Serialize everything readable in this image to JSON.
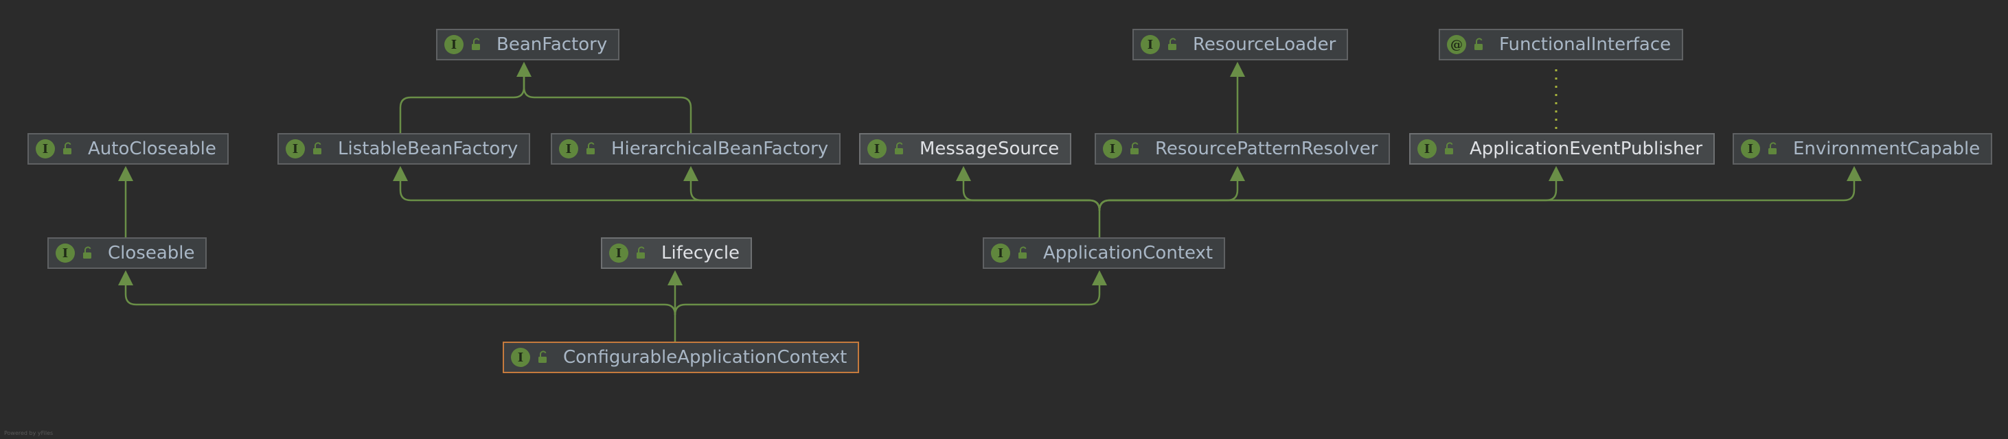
{
  "diagram": {
    "colors": {
      "background": "#2b2b2b",
      "node_fill": "#3c3f41",
      "node_border": "#5f6163",
      "selected_border": "#c57a3d",
      "edge": "#6a8f47",
      "badge": "#60873d",
      "annotation_edge": "#a7b33b"
    },
    "nodes": [
      {
        "id": "beanfactory",
        "label": "BeanFactory",
        "badge": "I",
        "icon": "interface-icon"
      },
      {
        "id": "resourceloader",
        "label": "ResourceLoader",
        "badge": "I",
        "icon": "interface-icon"
      },
      {
        "id": "functionalinterface",
        "label": "FunctionalInterface",
        "badge": "@",
        "icon": "annotation-icon"
      },
      {
        "id": "autocloseable",
        "label": "AutoCloseable",
        "badge": "I",
        "icon": "interface-icon"
      },
      {
        "id": "listablebeanfactory",
        "label": "ListableBeanFactory",
        "badge": "I",
        "icon": "interface-icon"
      },
      {
        "id": "hierarchicalbeanfactory",
        "label": "HierarchicalBeanFactory",
        "badge": "I",
        "icon": "interface-icon"
      },
      {
        "id": "messagesource",
        "label": "MessageSource",
        "badge": "I",
        "icon": "interface-icon"
      },
      {
        "id": "resourcepatternresolver",
        "label": "ResourcePatternResolver",
        "badge": "I",
        "icon": "interface-icon"
      },
      {
        "id": "applicationeventpublisher",
        "label": "ApplicationEventPublisher",
        "badge": "I",
        "icon": "interface-icon"
      },
      {
        "id": "environmentcapable",
        "label": "EnvironmentCapable",
        "badge": "I",
        "icon": "interface-icon"
      },
      {
        "id": "closeable",
        "label": "Closeable",
        "badge": "I",
        "icon": "interface-icon"
      },
      {
        "id": "lifecycle",
        "label": "Lifecycle",
        "badge": "I",
        "icon": "interface-icon"
      },
      {
        "id": "applicationcontext",
        "label": "ApplicationContext",
        "badge": "I",
        "icon": "interface-icon"
      },
      {
        "id": "configurableapplicationcontext",
        "label": "ConfigurableApplicationContext",
        "badge": "I",
        "icon": "interface-icon"
      }
    ],
    "edges": [
      {
        "from": "listablebeanfactory",
        "to": "beanfactory",
        "type": "extends"
      },
      {
        "from": "hierarchicalbeanfactory",
        "to": "beanfactory",
        "type": "extends"
      },
      {
        "from": "resourcepatternresolver",
        "to": "resourceloader",
        "type": "extends"
      },
      {
        "from": "applicationeventpublisher",
        "to": "functionalinterface",
        "type": "annotated"
      },
      {
        "from": "closeable",
        "to": "autocloseable",
        "type": "extends"
      },
      {
        "from": "applicationcontext",
        "to": "listablebeanfactory",
        "type": "extends"
      },
      {
        "from": "applicationcontext",
        "to": "hierarchicalbeanfactory",
        "type": "extends"
      },
      {
        "from": "applicationcontext",
        "to": "messagesource",
        "type": "extends"
      },
      {
        "from": "applicationcontext",
        "to": "resourcepatternresolver",
        "type": "extends"
      },
      {
        "from": "applicationcontext",
        "to": "applicationeventpublisher",
        "type": "extends"
      },
      {
        "from": "applicationcontext",
        "to": "environmentcapable",
        "type": "extends"
      },
      {
        "from": "configurableapplicationcontext",
        "to": "closeable",
        "type": "extends"
      },
      {
        "from": "configurableapplicationcontext",
        "to": "lifecycle",
        "type": "extends"
      },
      {
        "from": "configurableapplicationcontext",
        "to": "applicationcontext",
        "type": "extends"
      }
    ],
    "footer": "Powered by yFiles"
  }
}
